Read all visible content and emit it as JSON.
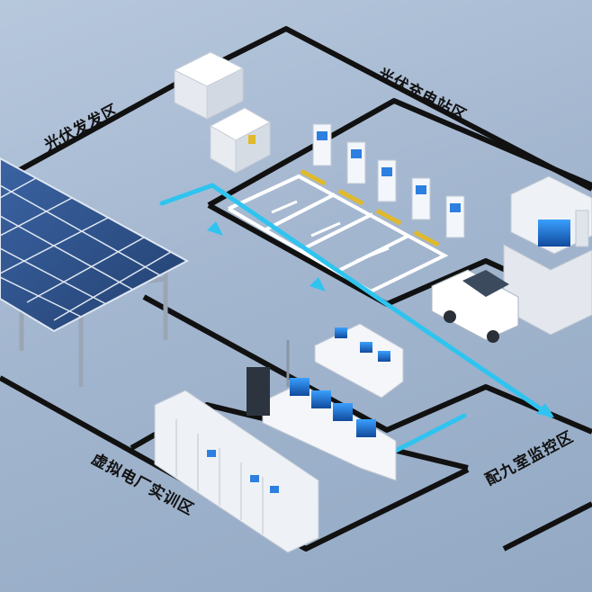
{
  "zones": {
    "pv_generation": "光伏发发区",
    "pv_charging": "光伏充电站区",
    "distribution_monitoring": "配九室监控区",
    "virtual_plant_training": "虚拟电厂实训区"
  },
  "colors": {
    "zone_border": "#111111",
    "flow_line": "#2fc4f0",
    "ground": "#a3b6cf",
    "solar_panel": "#2c4f86",
    "cabinet": "#eef1f5"
  }
}
